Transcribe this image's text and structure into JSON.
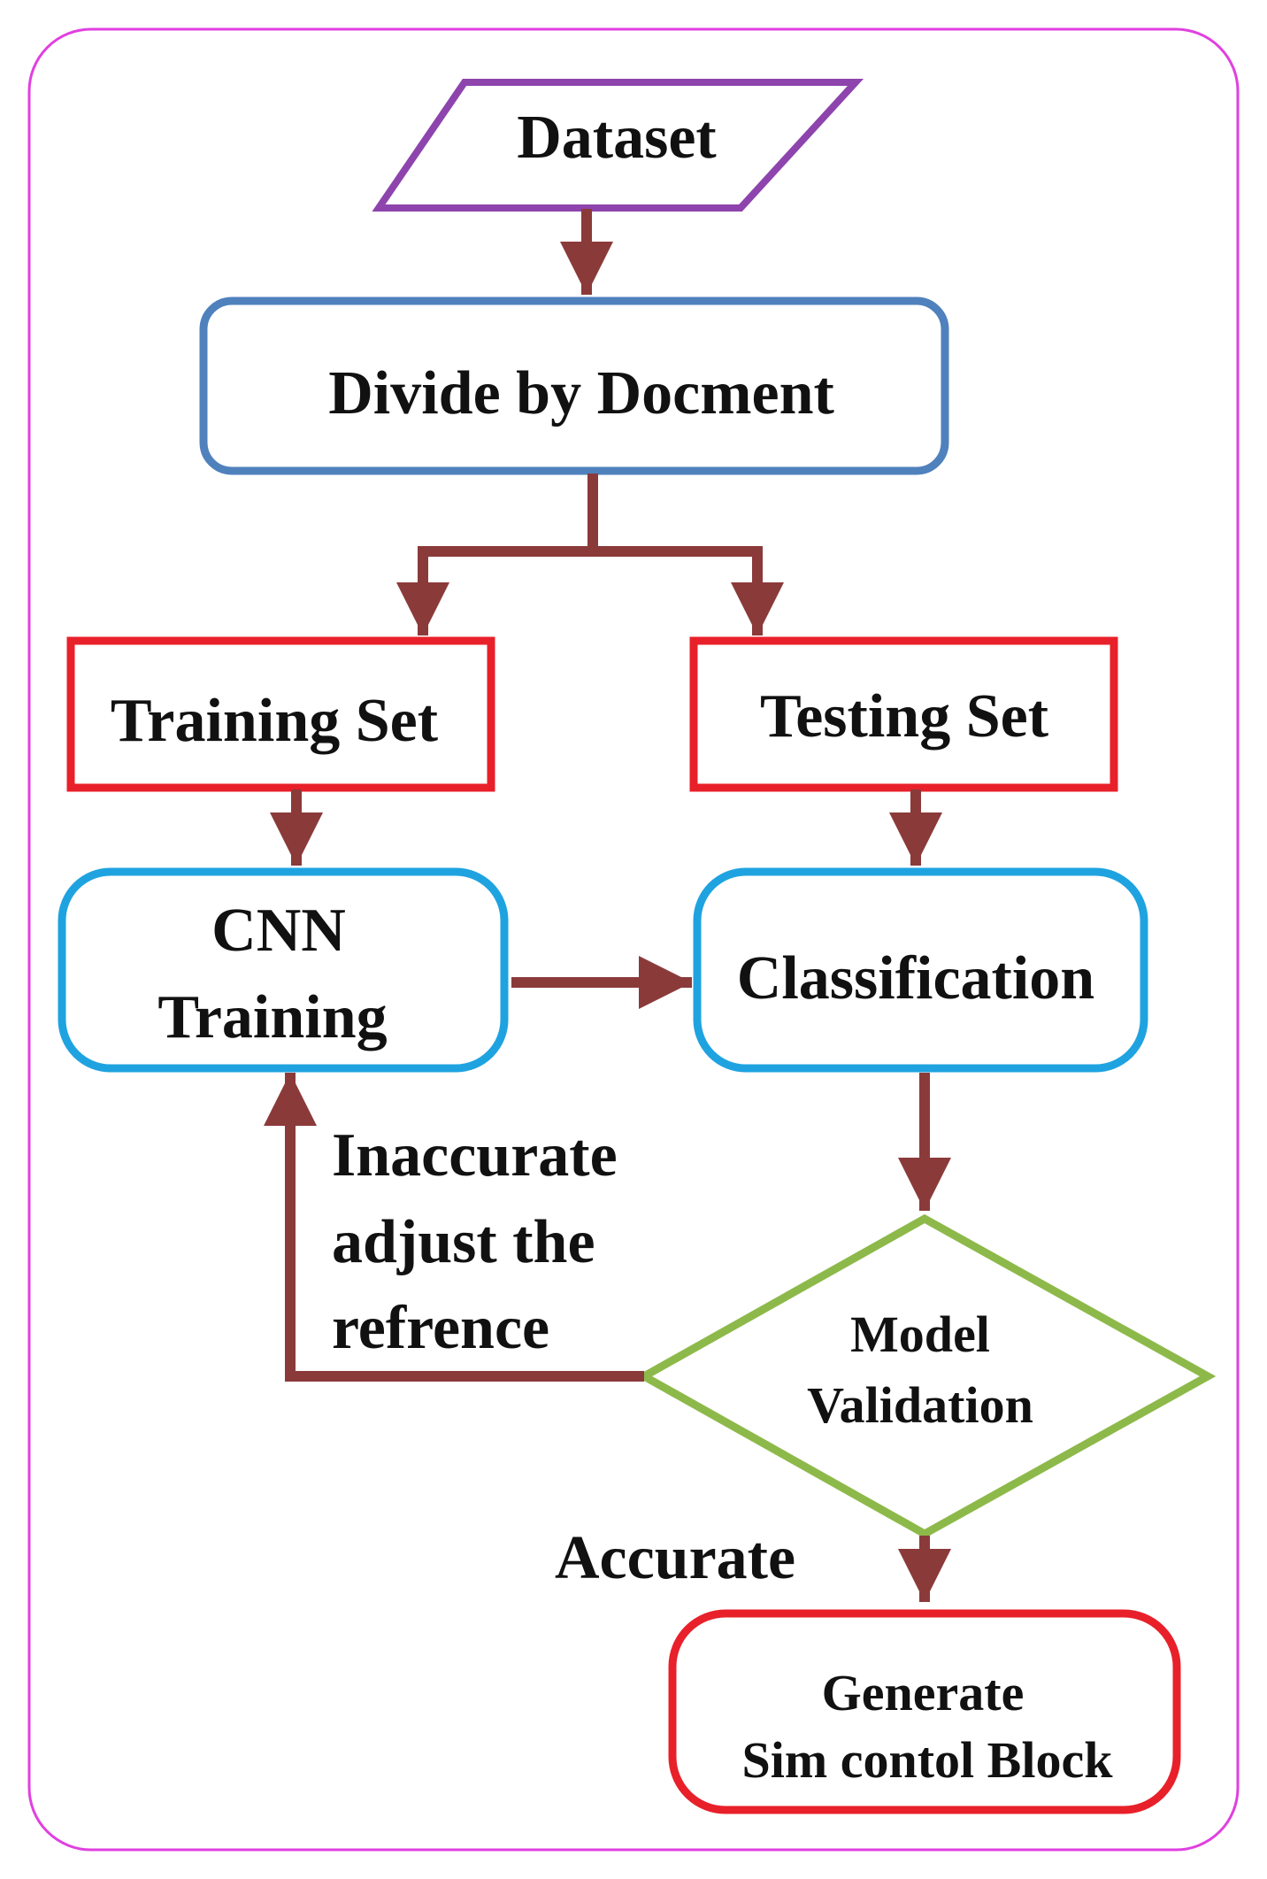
{
  "nodes": {
    "dataset": {
      "label": "Dataset",
      "shape": "parallelogram",
      "color": "#8e44ad"
    },
    "divide": {
      "label": "Divide by Docment",
      "shape": "rounded-rectangle",
      "color": "#4f81bd"
    },
    "training_set": {
      "label": "Training Set",
      "shape": "rectangle",
      "color": "#e8202a"
    },
    "testing_set": {
      "label": "Testing Set",
      "shape": "rectangle",
      "color": "#e8202a"
    },
    "cnn_training": {
      "label_line1": "CNN",
      "label_line2": "Training",
      "shape": "rounded-rectangle",
      "color": "#1fa3e0"
    },
    "classification": {
      "label": "Classification",
      "shape": "rounded-rectangle",
      "color": "#1fa3e0"
    },
    "model_validation": {
      "label_line1": "Model",
      "label_line2": "Validation",
      "shape": "diamond",
      "color": "#8db94a"
    },
    "generate": {
      "label_line1": "Generate",
      "label_line2": "Sim contol Block",
      "shape": "rounded-rectangle",
      "color": "#e8202a"
    }
  },
  "edge_labels": {
    "inaccurate_line1": "Inaccurate",
    "inaccurate_line2": "adjust the",
    "inaccurate_line3": "refrence",
    "accurate": "Accurate"
  },
  "colors": {
    "frame": "#e040e0",
    "arrow": "#8b3a3a"
  }
}
